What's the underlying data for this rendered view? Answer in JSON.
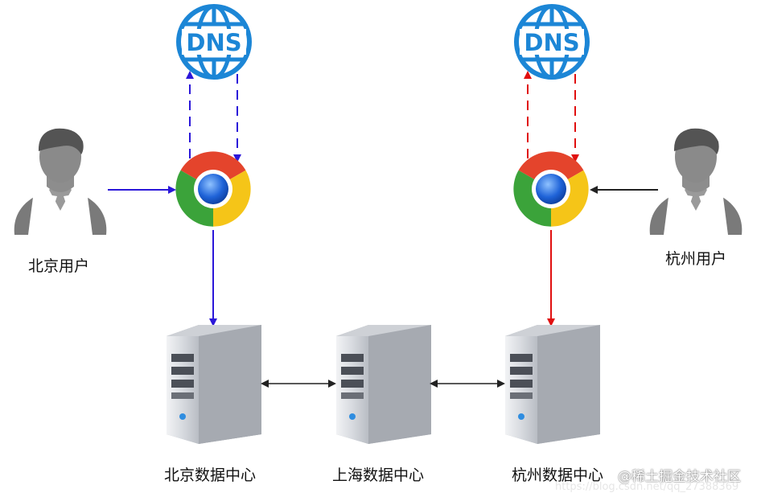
{
  "nodes": {
    "dns_left": {
      "label": "DNS"
    },
    "dns_right": {
      "label": "DNS"
    },
    "user_beijing": {
      "label": "北京用户"
    },
    "user_hangzhou": {
      "label": "杭州用户"
    },
    "dc_beijing": {
      "label": "北京数据中心"
    },
    "dc_shanghai": {
      "label": "上海数据中心"
    },
    "dc_hangzhou": {
      "label": "杭州数据中心"
    }
  },
  "colors": {
    "beijing_flow": "#2b17d9",
    "hangzhou_flow": "#e00f0f",
    "link": "#222222",
    "dns_blue": "#1c86d6"
  },
  "watermark": {
    "brand": "@稀土掘金技术社区",
    "url": "https://blog.csdn.net/qq_27388369"
  }
}
